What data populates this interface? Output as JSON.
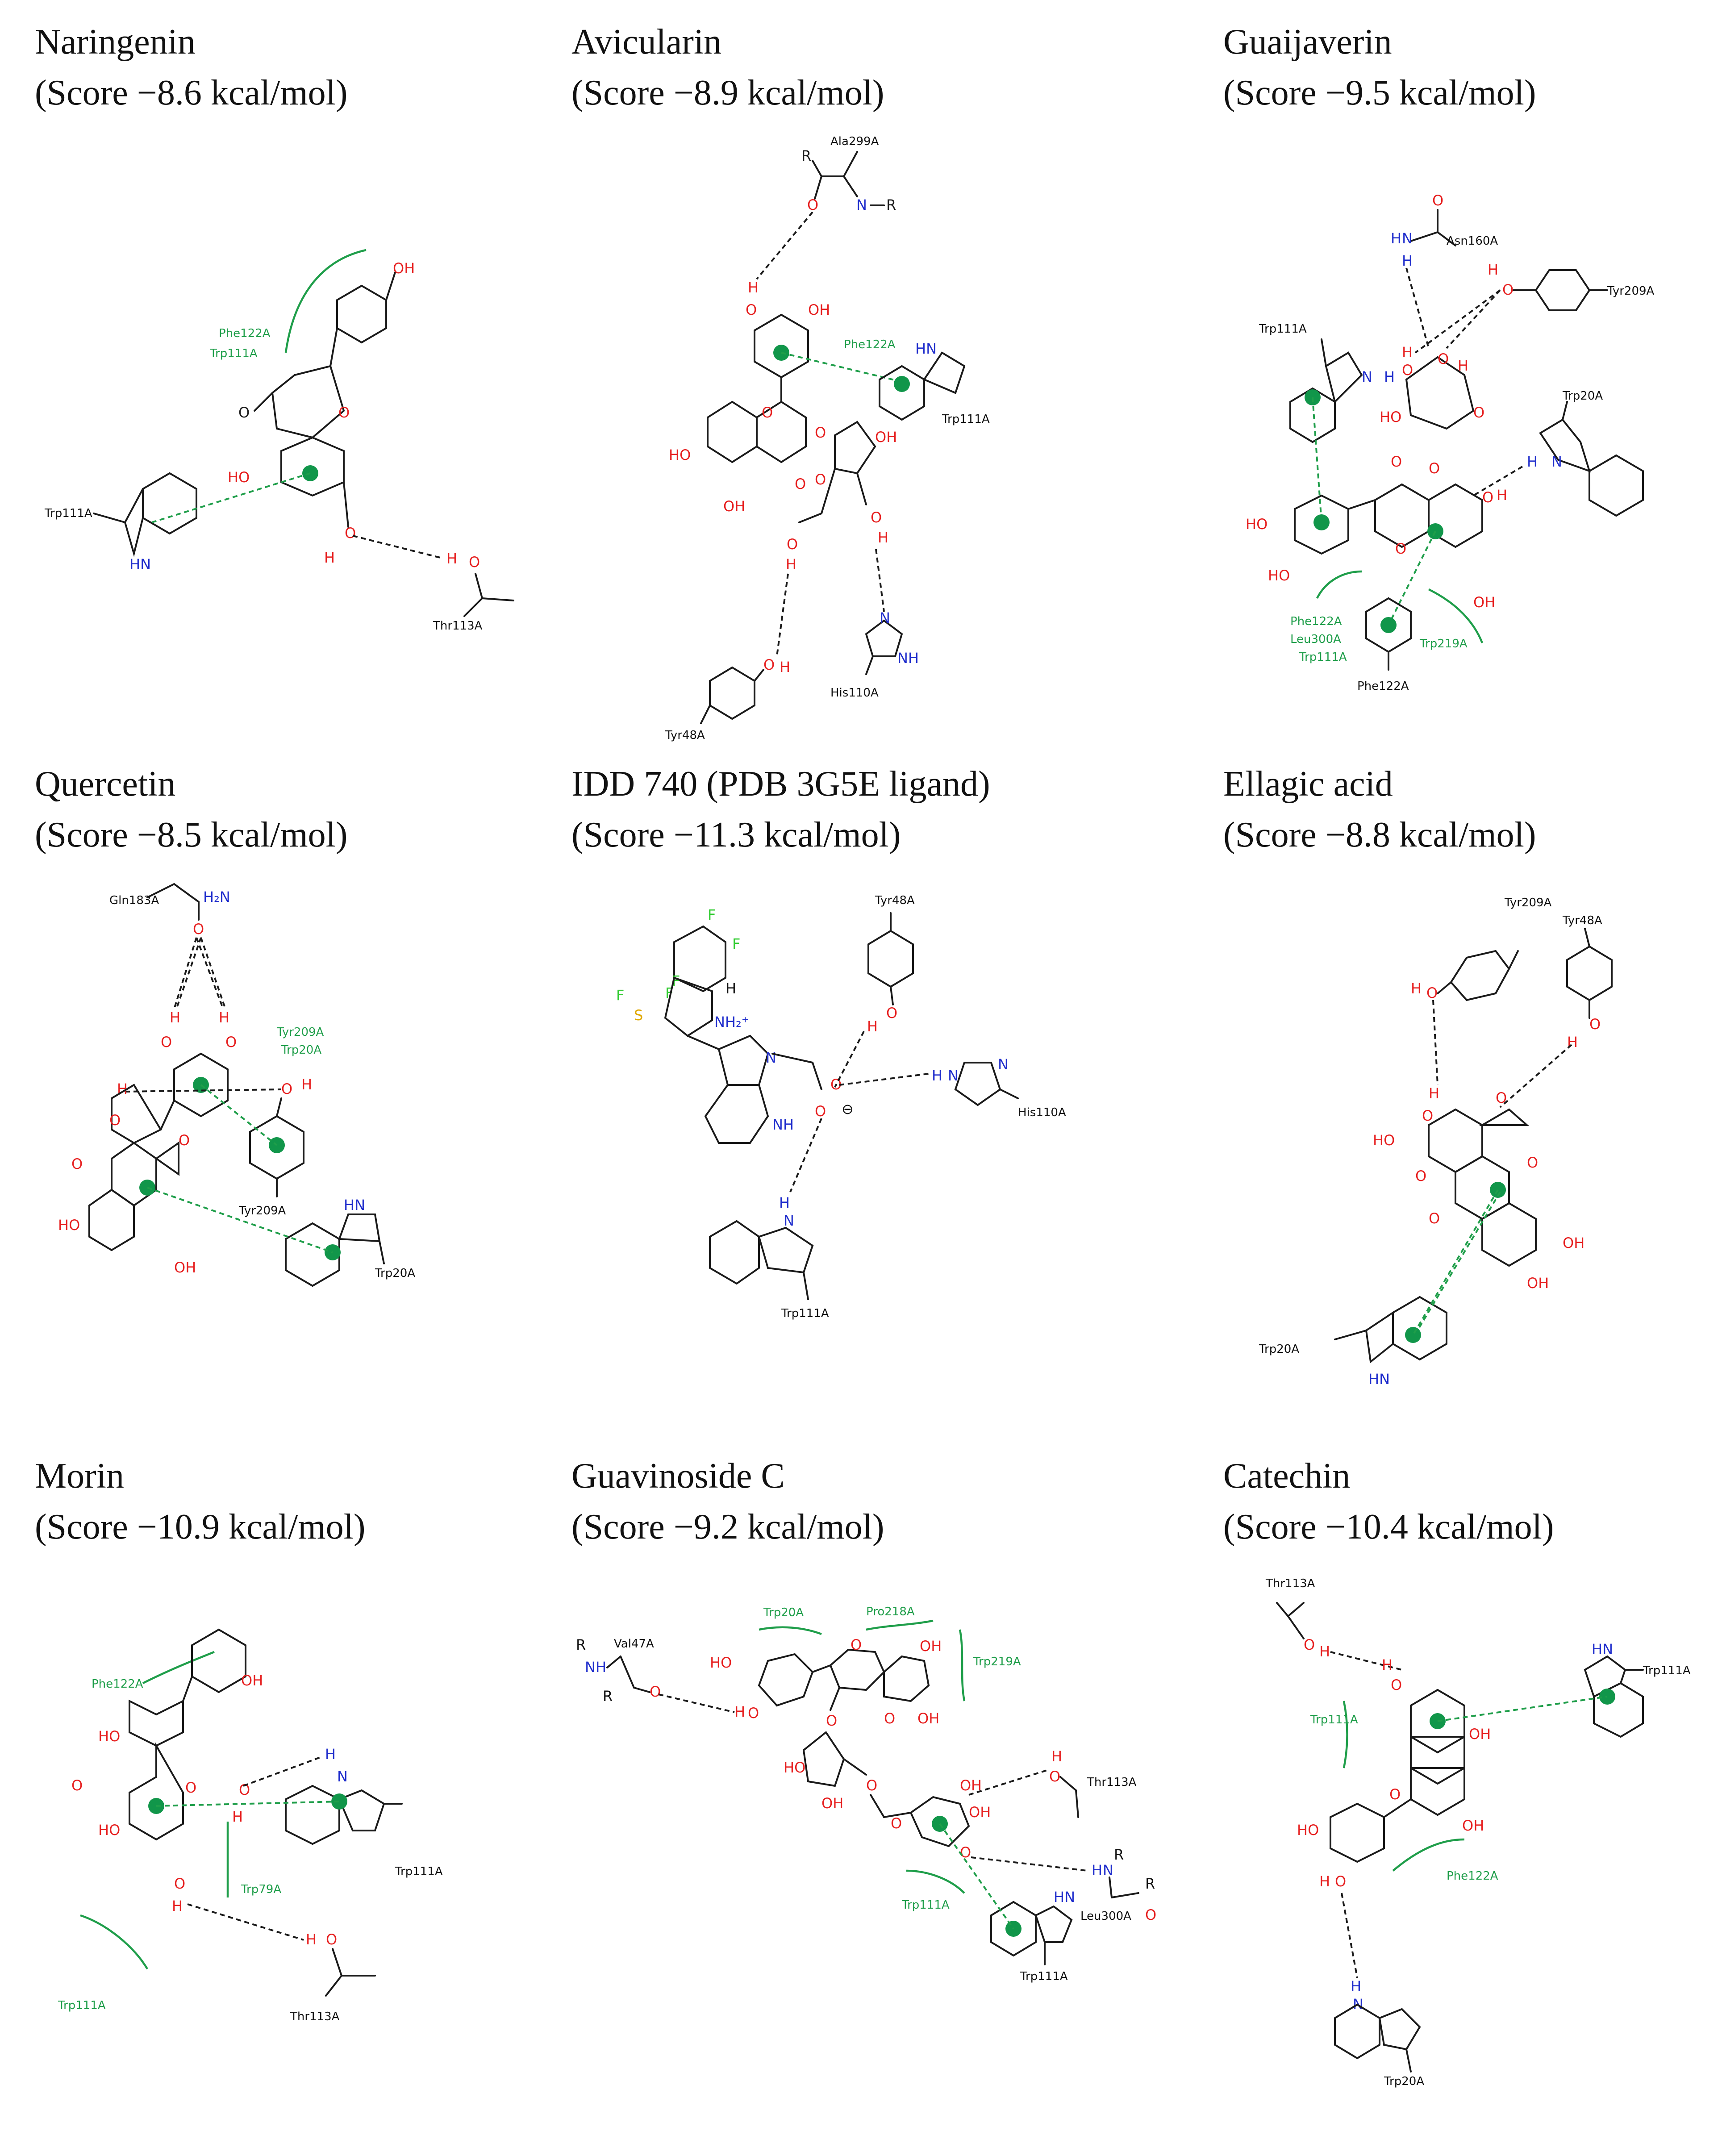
{
  "colors": {
    "text": "#111111",
    "bond": "#1a1a1a",
    "interaction_green": "#1f9e4a",
    "oxygen_red": "#e61e1e",
    "nitrogen_blue": "#1f2dcc",
    "fluorine_green": "#33dd33",
    "sulfur_yellow": "#e0a800"
  },
  "panels": [
    {
      "name": "Naringenin",
      "score": "(Score −8.6 kcal/mol)",
      "residues": [
        "Phe122A",
        "Trp111A",
        "Trp111A",
        "Thr113A"
      ]
    },
    {
      "name": "Avicularin",
      "score": "(Score −8.9 kcal/mol)",
      "residues": [
        "Ala299A",
        "Phe122A",
        "Trp111A",
        "His110A",
        "Tyr48A"
      ]
    },
    {
      "name": "Guaijaverin",
      "score": "(Score −9.5 kcal/mol)",
      "residues": [
        "Asn160A",
        "Tyr209A",
        "Trp111A",
        "Trp20A",
        "Phe122A",
        "Leu300A",
        "Trp111A",
        "Trp219A",
        "Phe122A"
      ]
    },
    {
      "name": "Quercetin",
      "score": "(Score −8.5 kcal/mol)",
      "residues": [
        "Gln183A",
        "Tyr209A",
        "Trp20A",
        "Tyr209A",
        "Trp20A"
      ]
    },
    {
      "name": "IDD 740 (PDB 3G5E ligand)",
      "score": "(Score −11.3 kcal/mol)",
      "residues": [
        "Tyr48A",
        "His110A",
        "Trp111A"
      ]
    },
    {
      "name": "Ellagic acid",
      "score": "(Score −8.8 kcal/mol)",
      "residues": [
        "Tyr209A",
        "Tyr48A",
        "Trp20A"
      ]
    },
    {
      "name": "Morin",
      "score": "(Score −10.9 kcal/mol)",
      "residues": [
        "Phe122A",
        "Trp111A",
        "Trp79A",
        "Trp111A",
        "Thr113A"
      ]
    },
    {
      "name": "Guavinoside C",
      "score": "(Score −9.2 kcal/mol)",
      "residues": [
        "Val47A",
        "Trp20A",
        "Pro218A",
        "Trp219A",
        "Thr113A",
        "Leu300A",
        "Trp111A",
        "Trp111A"
      ]
    },
    {
      "name": "Catechin",
      "score": "(Score −10.4 kcal/mol)",
      "residues": [
        "Thr113A",
        "Trp111A",
        "Trp111A",
        "Phe122A",
        "Trp20A"
      ]
    }
  ]
}
